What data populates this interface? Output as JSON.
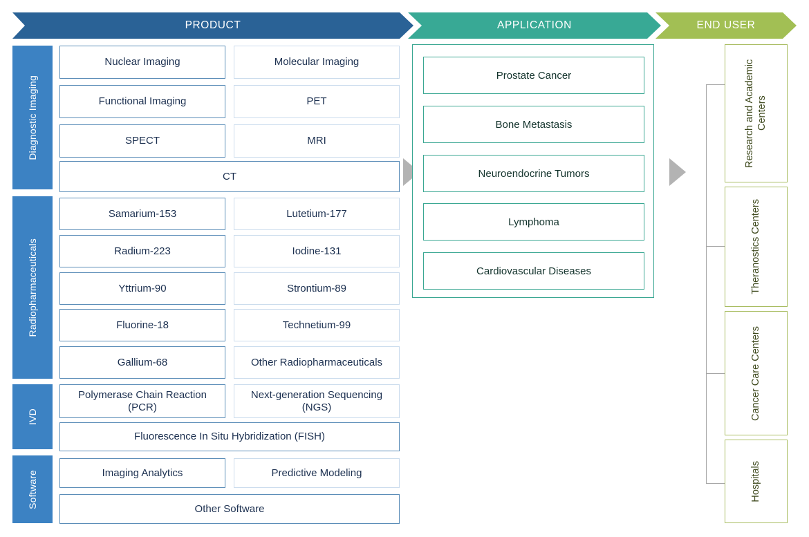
{
  "banners": {
    "product": "PRODUCT",
    "application": "APPLICATION",
    "end_user": "END USER"
  },
  "colors": {
    "product_banner": "#2a6296",
    "application_banner": "#38a995",
    "end_user_banner": "#a2bf54",
    "category_rail": "#3c82c3",
    "product_border_dark": "#5b8db8",
    "product_border_light": "#cbdced",
    "application_border": "#3aa792",
    "end_user_border": "#a9bd62",
    "arrow": "#b3b3b3",
    "bracket": "#a6a6a6"
  },
  "categories": [
    {
      "label": "Diagnostic Imaging"
    },
    {
      "label": "Radiopharmaceuticals"
    },
    {
      "label": "IVD"
    },
    {
      "label": "Software"
    }
  ],
  "products": {
    "diagnostic_imaging": [
      {
        "label": "Nuclear Imaging",
        "style": "dark"
      },
      {
        "label": "Molecular Imaging",
        "style": "light"
      },
      {
        "label": "Functional Imaging",
        "style": "dark"
      },
      {
        "label": "PET",
        "style": "light"
      },
      {
        "label": "SPECT",
        "style": "dark"
      },
      {
        "label": "MRI",
        "style": "light"
      },
      {
        "label": "CT",
        "style": "dark"
      }
    ],
    "radiopharmaceuticals": [
      {
        "label": "Samarium-153",
        "style": "dark"
      },
      {
        "label": "Lutetium-177",
        "style": "light"
      },
      {
        "label": "Radium-223",
        "style": "dark"
      },
      {
        "label": "Iodine-131",
        "style": "light"
      },
      {
        "label": "Yttrium-90",
        "style": "dark"
      },
      {
        "label": "Strontium-89",
        "style": "light"
      },
      {
        "label": "Fluorine-18",
        "style": "dark"
      },
      {
        "label": "Technetium-99",
        "style": "light"
      },
      {
        "label": "Gallium-68",
        "style": "dark"
      },
      {
        "label": "Other Radiopharmaceuticals",
        "style": "light"
      }
    ],
    "ivd": [
      {
        "label": "Polymerase Chain Reaction (PCR)",
        "style": "dark"
      },
      {
        "label": "Next-generation Sequencing (NGS)",
        "style": "light"
      },
      {
        "label": "Fluorescence In Situ Hybridization (FISH)",
        "style": "dark"
      }
    ],
    "software": [
      {
        "label": "Imaging Analytics",
        "style": "dark"
      },
      {
        "label": "Predictive Modeling",
        "style": "light"
      },
      {
        "label": "Other Software",
        "style": "dark"
      }
    ]
  },
  "applications": [
    {
      "label": "Prostate Cancer"
    },
    {
      "label": "Bone Metastasis"
    },
    {
      "label": "Neuroendocrine Tumors"
    },
    {
      "label": "Lymphoma"
    },
    {
      "label": "Cardiovascular Diseases"
    }
  ],
  "end_users": [
    {
      "label": "Research and Academic Centers"
    },
    {
      "label": "Theranostics Centers"
    },
    {
      "label": "Cancer Care Centers"
    },
    {
      "label": "Hospitals"
    }
  ]
}
